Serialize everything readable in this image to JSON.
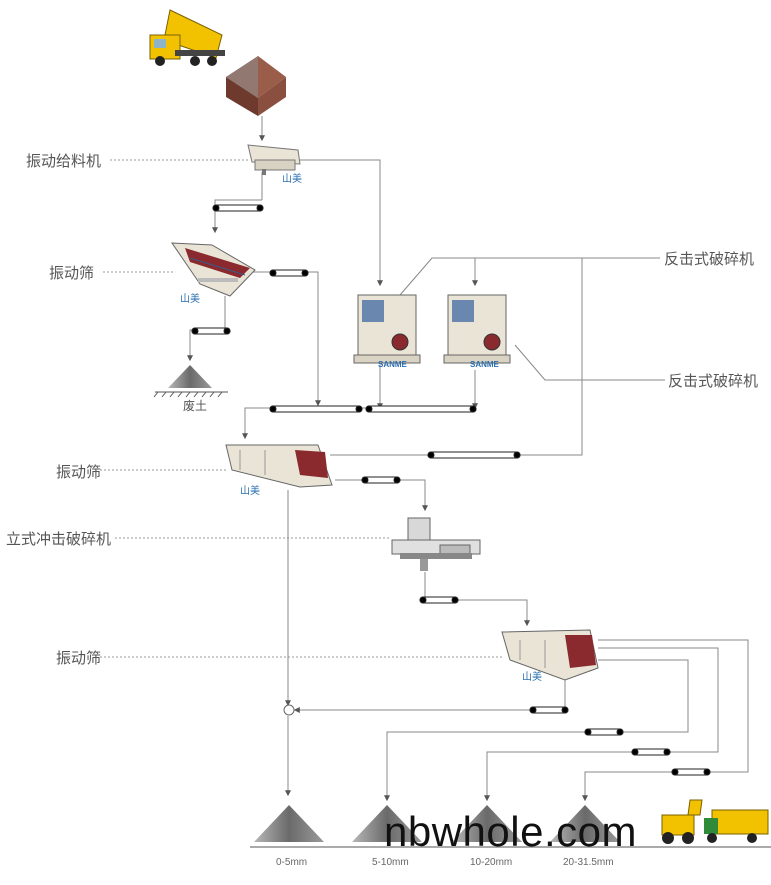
{
  "labels": {
    "feeder": "振动给料机",
    "screen_1": "振动筛",
    "waste": "废土",
    "screen_2": "振动筛",
    "vsi": "立式冲击破碎机",
    "screen_3": "振动筛",
    "impact_crusher_1": "反击式破碎机",
    "impact_crusher_2": "反击式破碎机"
  },
  "brands": {
    "shanmei": "山美",
    "sanme": "SANME"
  },
  "products": [
    "0-5mm",
    "5-10mm",
    "10-20mm",
    "20-31.5mm"
  ],
  "watermark": "nbwhole.com",
  "colors": {
    "line": "#888888",
    "machine_body": "#e9e4d6",
    "machine_red": "#8a2a2e",
    "pile": "#7b7b7b",
    "truck_yellow": "#f2c200"
  }
}
